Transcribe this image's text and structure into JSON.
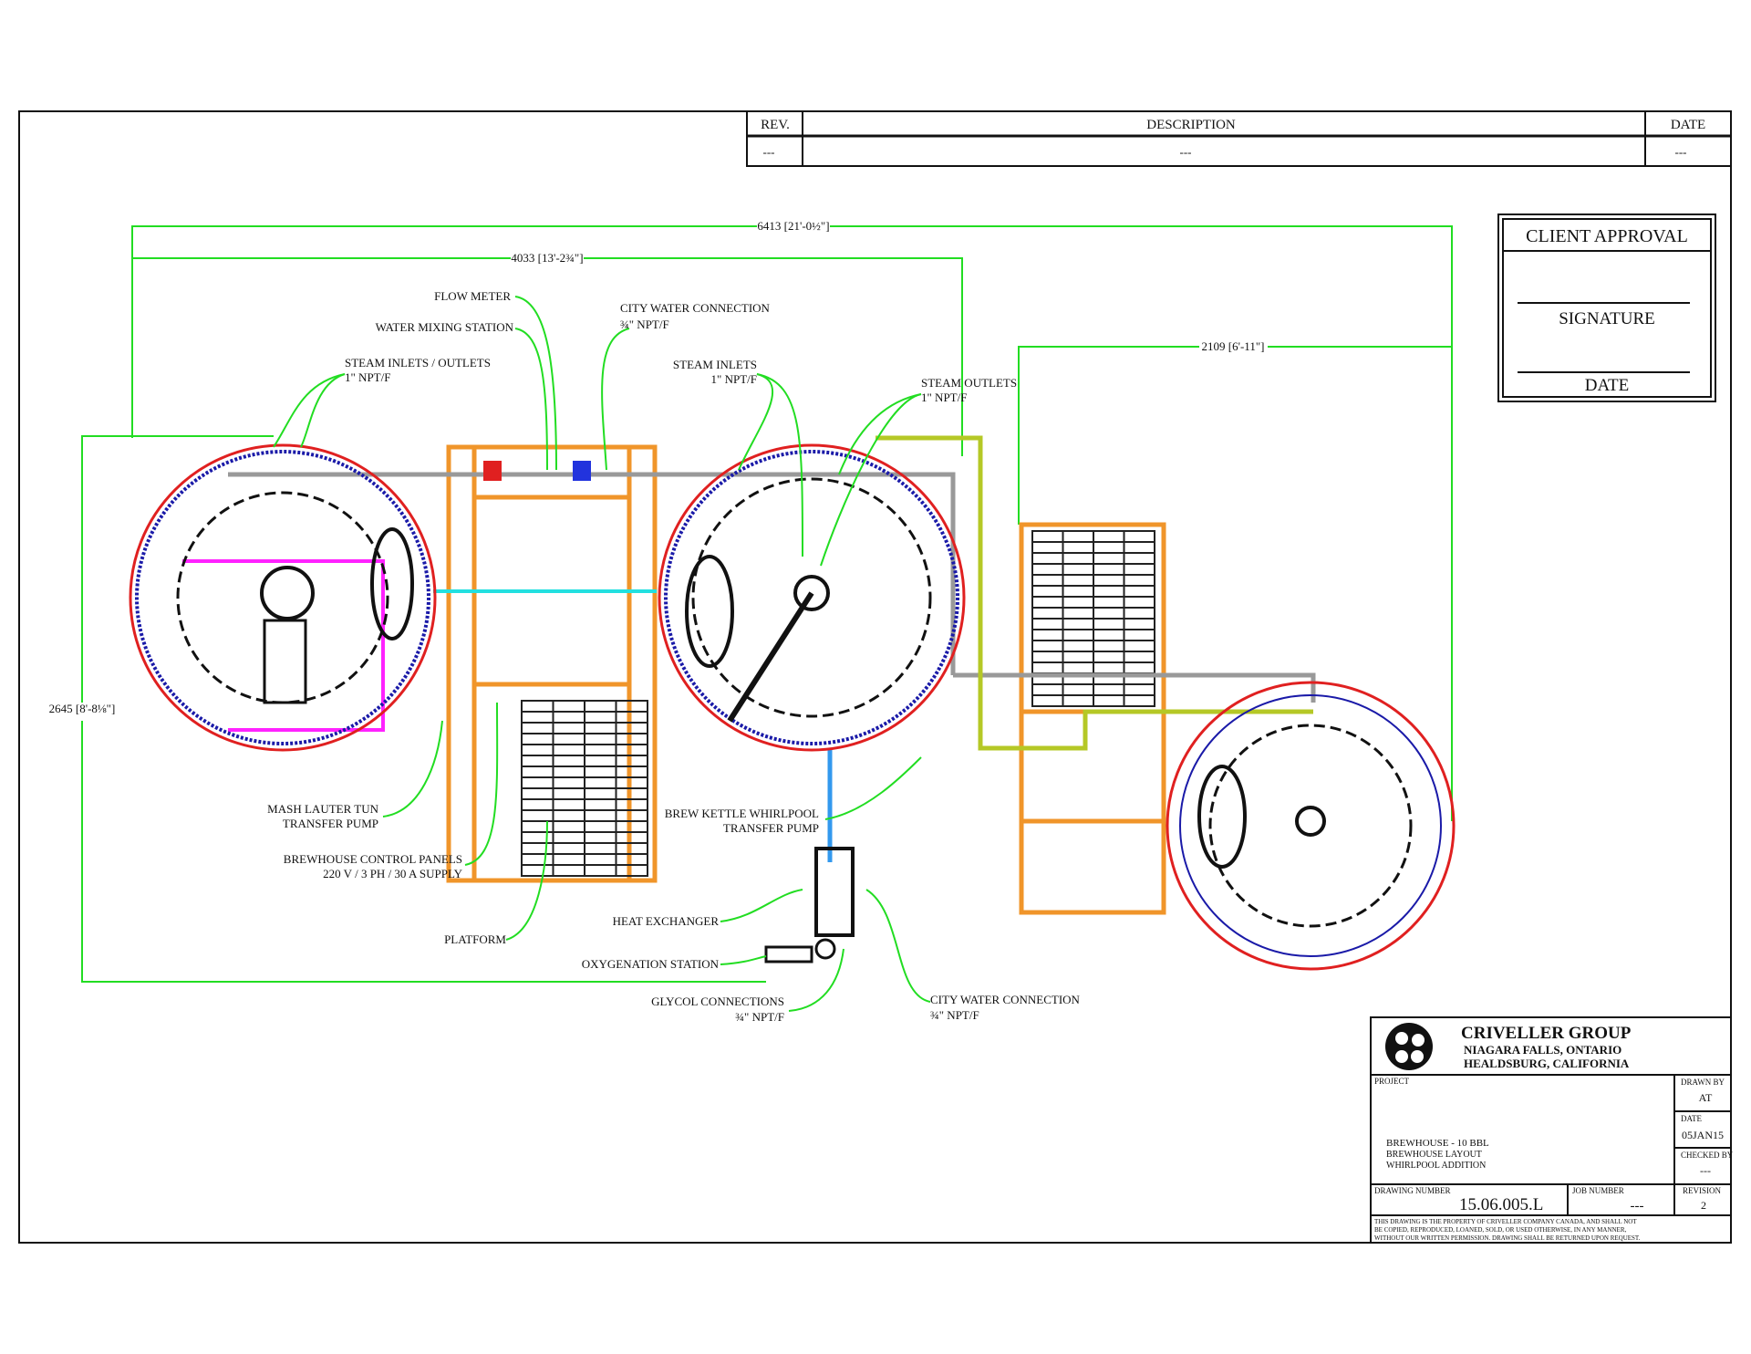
{
  "revision_table": {
    "headers": {
      "rev": "REV.",
      "description": "DESCRIPTION",
      "date": "DATE"
    },
    "rows": [
      {
        "rev": "---",
        "description": "---",
        "date": "---"
      }
    ]
  },
  "client_approval": {
    "title": "CLIENT APPROVAL",
    "signature": "SIGNATURE",
    "date": "DATE"
  },
  "dimensions": {
    "overall_width": "6413 [21'-0½\"]",
    "width_to_kettle": "4033 [13'-2¾\"]",
    "whirlpool_offset": "2109 [6'-11\"]",
    "overall_depth": "2645 [8'-8⅛\"]"
  },
  "callouts": {
    "flow_meter": "FLOW METER",
    "water_mixing_station": "WATER MIXING STATION",
    "city_water_top": {
      "line1": "CITY WATER CONNECTION",
      "line2": "¾\" NPT/F"
    },
    "steam_inlets_outlets": {
      "line1": "STEAM INLETS / OUTLETS",
      "line2": "1\" NPT/F"
    },
    "steam_inlets": {
      "line1": "STEAM INLETS",
      "line2": "1\" NPT/F"
    },
    "steam_outlets": {
      "line1": "STEAM OUTLETS",
      "line2": "1\" NPT/F"
    },
    "mash_pump": {
      "line1": "MASH LAUTER TUN",
      "line2": "TRANSFER PUMP"
    },
    "control_panels": {
      "line1": "BREWHOUSE CONTROL PANELS",
      "line2": "220 V / 3 PH / 30 A SUPPLY"
    },
    "platform": "PLATFORM",
    "kettle_pump": {
      "line1": "BREW KETTLE WHIRLPOOL",
      "line2": "TRANSFER PUMP"
    },
    "heat_exchanger": "HEAT EXCHANGER",
    "oxygenation": "OXYGENATION STATION",
    "glycol": {
      "line1": "GLYCOL CONNECTIONS",
      "line2": "¾\" NPT/F"
    },
    "city_water_bottom": {
      "line1": "CITY WATER CONNECTION",
      "line2": "¾\" NPT/F"
    }
  },
  "title_block": {
    "company": "CRIVELLER GROUP",
    "location1": "NIAGARA FALLS, ONTARIO",
    "location2": "HEALDSBURG, CALIFORNIA",
    "project_label": "PROJECT",
    "project_lines": [
      "BREWHOUSE - 10 BBL",
      "BREWHOUSE LAYOUT",
      "WHIRLPOOL ADDITION"
    ],
    "drawn_by_label": "DRAWN BY",
    "drawn_by": "AT",
    "date_label": "DATE",
    "date": "05JAN15",
    "checked_by_label": "CHECKED BY",
    "checked_by": "---",
    "drawing_number_label": "DRAWING NUMBER",
    "drawing_number": "15.06.005.L",
    "job_number_label": "JOB NUMBER",
    "job_number": "---",
    "revision_label": "REVISION",
    "revision": "2",
    "notice": [
      "THIS DRAWING IS THE PROPERTY OF CRIVELLER COMPANY CANADA, AND SHALL NOT",
      "BE COPIED, REPRODUCED, LOANED, SOLD, OR USED OTHERWISE, IN ANY MANNER,",
      "WITHOUT OUR WRITTEN PERMISSION.  DRAWING SHALL BE RETURNED UPON REQUEST."
    ]
  },
  "colors": {
    "dimension": "#22dd22",
    "frame": "#f0952a",
    "tank_outer": "#e02020",
    "tank_inner": "#1a1aa8"
  }
}
